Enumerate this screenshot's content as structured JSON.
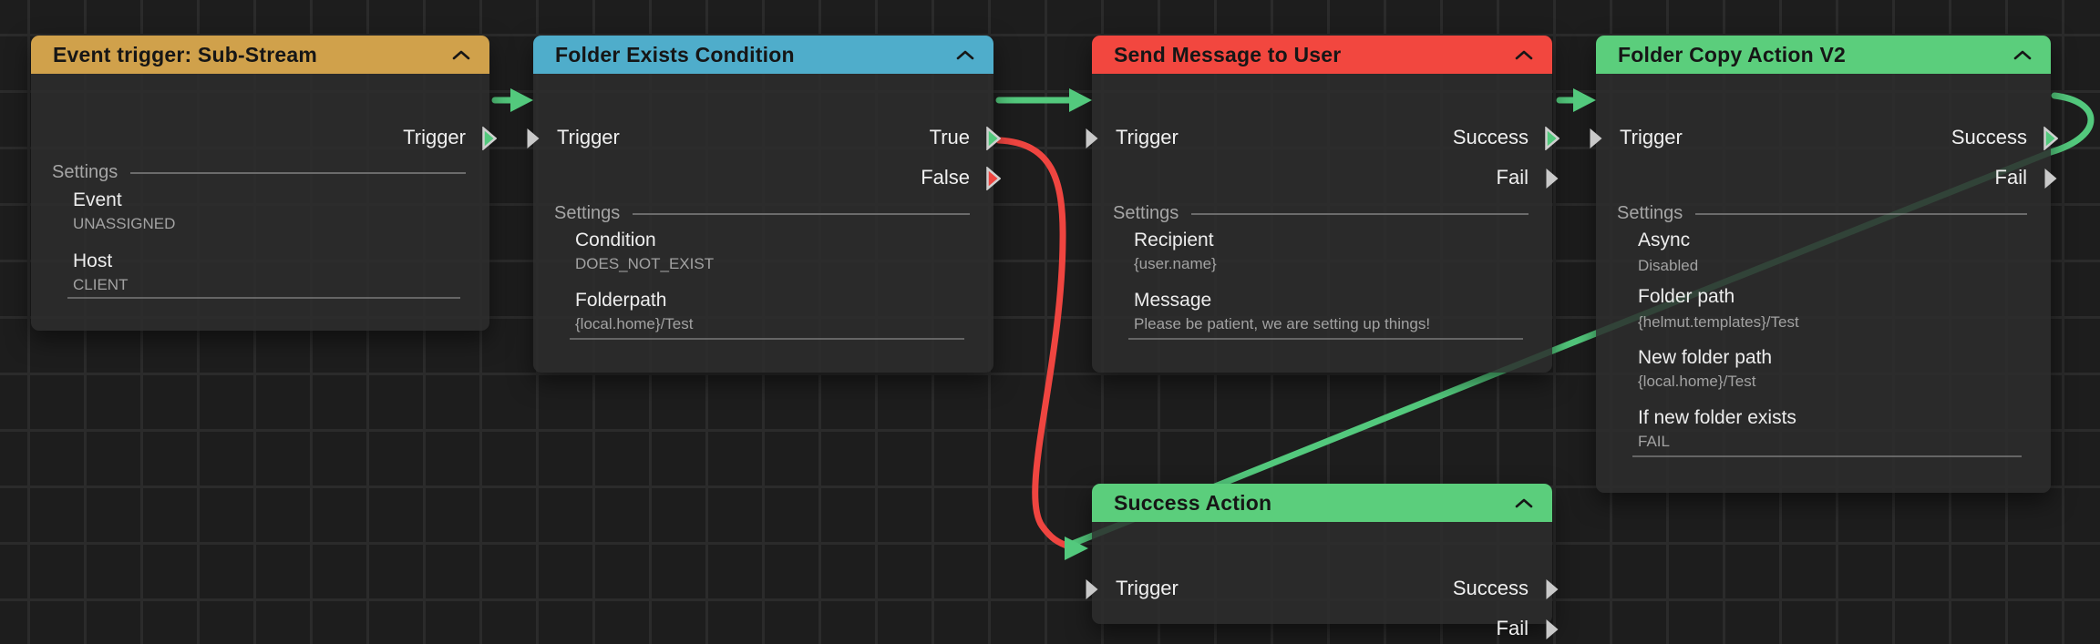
{
  "canvas": {
    "background_color": "#1d1d1d",
    "grid_line_color": "#2b2b2b",
    "wire_green": "#53c97d",
    "wire_red": "#ef4540",
    "port_gray": "#c9c9c9"
  },
  "nodes": [
    {
      "title": "Event trigger: Sub-Stream",
      "header_color": "#d0a14b",
      "outputs": [
        {
          "label": "Trigger",
          "connected": true
        }
      ],
      "settings_label": "Settings",
      "settings": [
        {
          "name": "Event",
          "value": "UNASSIGNED"
        },
        {
          "name": "Host",
          "value": "CLIENT"
        }
      ]
    },
    {
      "title": "Folder Exists Condition",
      "header_color": "#4fadcb",
      "inputs": [
        {
          "label": "Trigger",
          "connected": true
        }
      ],
      "outputs": [
        {
          "label": "True",
          "connected": true
        },
        {
          "label": "False",
          "connected": true
        }
      ],
      "settings_label": "Settings",
      "settings": [
        {
          "name": "Condition",
          "value": "DOES_NOT_EXIST"
        },
        {
          "name": "Folderpath",
          "value": "{local.home}/Test"
        }
      ]
    },
    {
      "title": "Send Message to User",
      "header_color": "#f2473f",
      "inputs": [
        {
          "label": "Trigger",
          "connected": true
        }
      ],
      "outputs": [
        {
          "label": "Success",
          "connected": true
        },
        {
          "label": "Fail",
          "connected": false
        }
      ],
      "settings_label": "Settings",
      "settings": [
        {
          "name": "Recipient",
          "value": "{user.name}"
        },
        {
          "name": "Message",
          "value": "Please be patient, we are setting up things!"
        }
      ]
    },
    {
      "title": "Folder Copy Action V2",
      "header_color": "#5bce7c",
      "inputs": [
        {
          "label": "Trigger",
          "connected": true
        }
      ],
      "outputs": [
        {
          "label": "Success",
          "connected": true
        },
        {
          "label": "Fail",
          "connected": false
        }
      ],
      "settings_label": "Settings",
      "settings": [
        {
          "name": "Async",
          "value": "Disabled"
        },
        {
          "name": "Folder path",
          "value": "{helmut.templates}/Test"
        },
        {
          "name": "New folder path",
          "value": "{local.home}/Test"
        },
        {
          "name": "If new folder exists",
          "value": "FAIL"
        }
      ]
    },
    {
      "title": "Success Action",
      "header_color": "#5bce7c",
      "inputs": [
        {
          "label": "Trigger",
          "connected": true
        }
      ],
      "outputs": [
        {
          "label": "Success",
          "connected": false
        },
        {
          "label": "Fail",
          "connected": false
        }
      ],
      "settings": []
    }
  ],
  "connections": [
    {
      "from": "Event trigger: Sub-Stream / Trigger",
      "to": "Folder Exists Condition / Trigger",
      "color": "#53c97d"
    },
    {
      "from": "Folder Exists Condition / True",
      "to": "Send Message to User / Trigger",
      "color": "#53c97d"
    },
    {
      "from": "Folder Exists Condition / False",
      "to": "Success Action / Trigger",
      "color": "#ef4540"
    },
    {
      "from": "Send Message to User / Success",
      "to": "Folder Copy Action V2 / Trigger",
      "color": "#53c97d"
    },
    {
      "from": "Folder Copy Action V2 / Success",
      "to": "Success Action / Trigger",
      "color": "#53c97d"
    }
  ]
}
